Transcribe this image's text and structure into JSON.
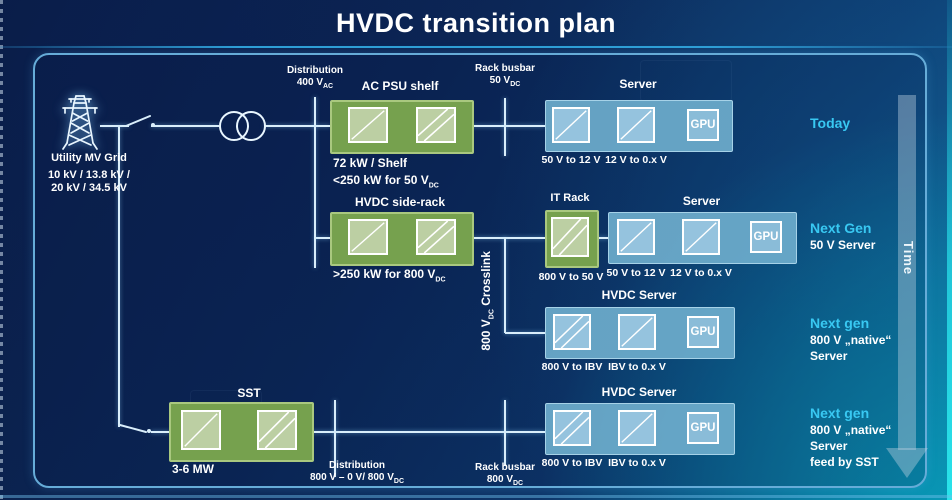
{
  "title": "HVDC transition plan",
  "utility": {
    "name": "Utility MV Grid",
    "voltages1": "10 kV / 13.8 kV /",
    "voltages2": "20 kV / 34.5 kV"
  },
  "dist_top": {
    "label": "Distribution",
    "value": "400 V",
    "sub": "AC"
  },
  "busbar_top": {
    "label": "Rack busbar",
    "value": "50 V",
    "sub": "DC"
  },
  "ac_psu": {
    "title": "AC PSU shelf",
    "note1": "72 kW / Shelf",
    "note2": "<250 kW for 50 V",
    "note2_sub": "DC"
  },
  "side_rack": {
    "title": "HVDC side-rack",
    "note1": ">250 kW for 800 V",
    "note1_sub": "DC"
  },
  "crosslink": {
    "value": "800 V",
    "sub": "DC",
    "rest": " Crosslink"
  },
  "it_rack": {
    "title": "IT Rack",
    "conv1": "800 V to 50 V"
  },
  "server1": {
    "title": "Server",
    "conv1": "50 V to 12 V",
    "conv2": "12 V to 0.x V",
    "gpu": "GPU"
  },
  "server2": {
    "title": "Server",
    "conv1": "50 V to 12 V",
    "conv2": "12 V to 0.x V",
    "gpu": "GPU"
  },
  "hvdc_server1": {
    "title": "HVDC Server",
    "conv1": "800 V to IBV",
    "conv2": "IBV to 0.x V",
    "gpu": "GPU"
  },
  "hvdc_server2": {
    "title": "HVDC Server",
    "conv1": "800 V to IBV",
    "conv2": "IBV to 0.x V",
    "gpu": "GPU"
  },
  "sst": {
    "title": "SST",
    "note1": "3-6 MW"
  },
  "dist_bottom": {
    "label": "Distribution",
    "value": "800 V – 0 V/ 800 V",
    "sub": "DC"
  },
  "busbar_bottom": {
    "label": "Rack busbar",
    "value": "800 V",
    "sub": "DC"
  },
  "stages": {
    "s1": {
      "title": "Today"
    },
    "s2": {
      "title": "Next Gen",
      "d1": "50 V Server"
    },
    "s3": {
      "title": "Next gen",
      "d1": "800 V „native“",
      "d2": "Server"
    },
    "s4": {
      "title": "Next gen",
      "d1": "800 V „native“",
      "d2": "Server",
      "d3": "feed by SST"
    }
  },
  "time_label": "Time",
  "colors": {
    "accent_cyan": "#38c8f2",
    "box_green": "#76a14e",
    "box_blue": "#6eaccc",
    "line": "#d9eefb",
    "border": "#66acd8"
  }
}
